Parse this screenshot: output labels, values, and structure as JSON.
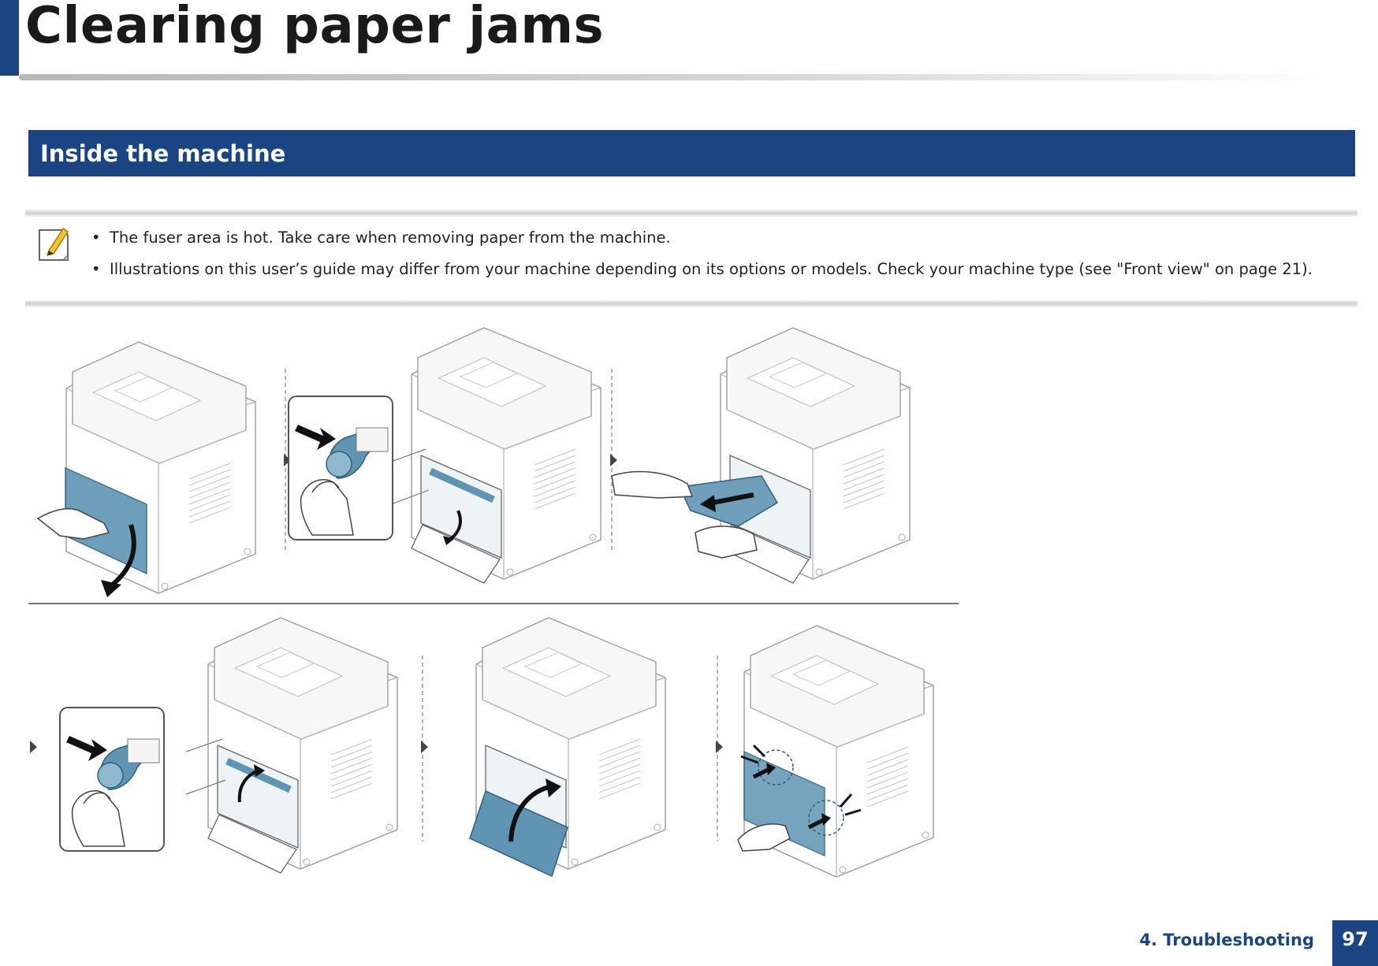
{
  "header": {
    "title": "Clearing paper jams"
  },
  "section": {
    "title": "Inside the machine"
  },
  "notes": [
    {
      "bullet": "•",
      "text": "The fuser area is hot. Take care when removing paper from the machine."
    },
    {
      "bullet": "•",
      "text": "Illustrations on this user’s guide may differ from your machine depending on its options or models. Check your machine type (see \"Front view\" on page 21)."
    }
  ],
  "figure": {
    "steps": [
      "open-side-cover",
      "release-fuser-levers",
      "remove-jammed-paper",
      "lower-fuser-levers",
      "close-inner-cover",
      "close-side-cover"
    ]
  },
  "footer": {
    "chapter": "4. Troubleshooting",
    "page": "97"
  },
  "colors": {
    "brand": "#1b4582",
    "highlight": "#5f95b3",
    "icon": "#f2c230"
  },
  "icons": {
    "note": "pencil-note-icon",
    "step_arrow": "triangle-right-icon",
    "motion": "curved-arrow-icon"
  }
}
